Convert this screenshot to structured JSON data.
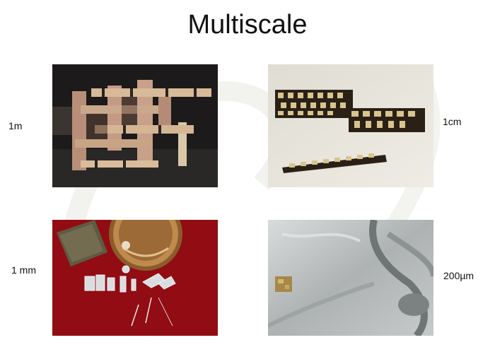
{
  "slide": {
    "title": "Multiscale"
  },
  "photos": [
    {
      "scale_label": "1m",
      "subject": "meter-scale-assembly"
    },
    {
      "scale_label": "1cm",
      "subject": "centimeter-scale-assembly"
    },
    {
      "scale_label": "1 mm",
      "subject": "millimeter-scale-parts-next-to-coin"
    },
    {
      "scale_label": "200µm",
      "subject": "micrometer-scale-part-on-coin"
    }
  ],
  "colors": {
    "title_text": "#111111",
    "photo1_background": "#1c1a1a",
    "photo2_background": "#e9e6dd",
    "photo3_background": "#9c0f14",
    "photo4_background": "#b9bcbc"
  }
}
